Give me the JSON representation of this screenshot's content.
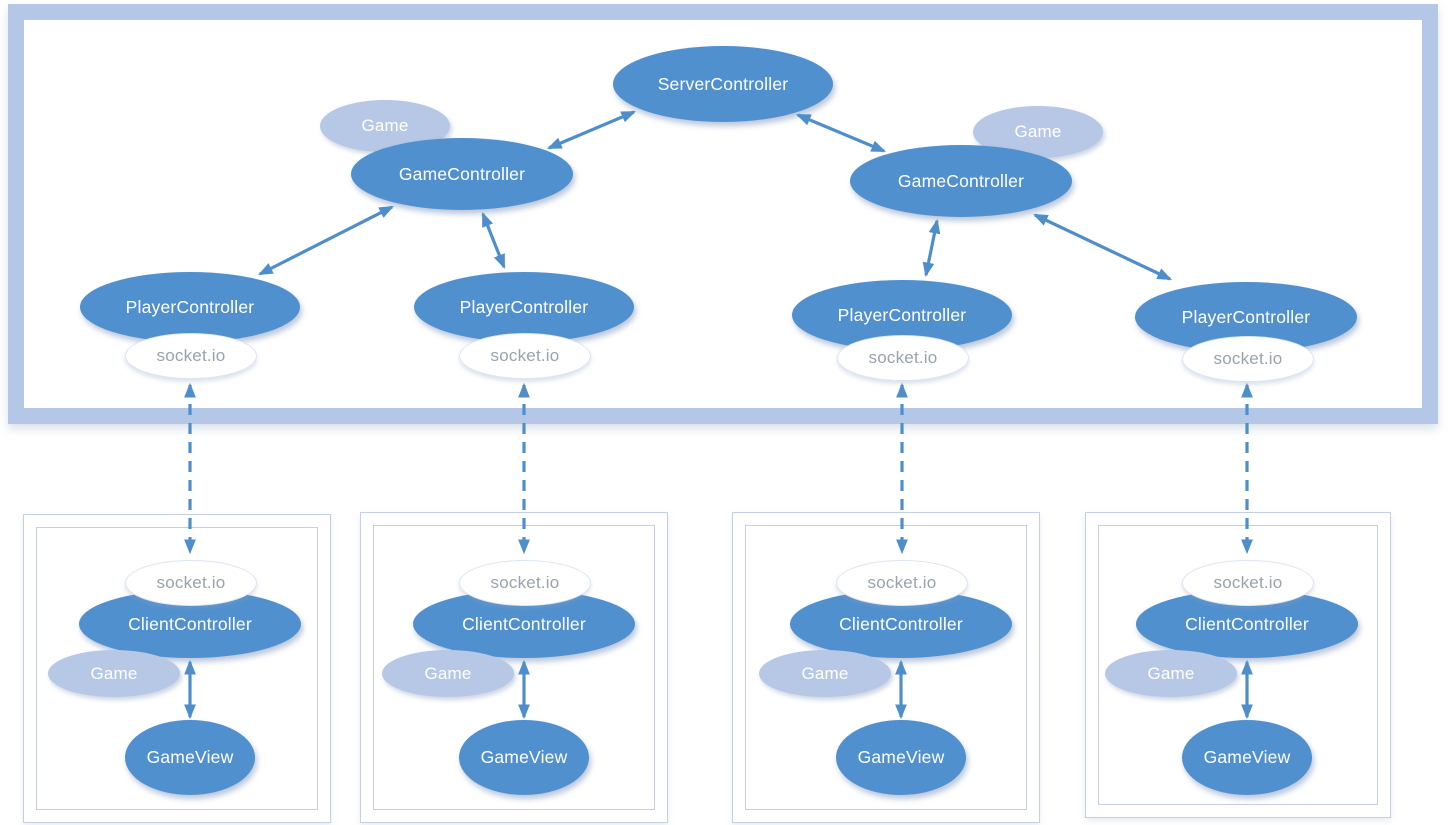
{
  "labels": {
    "server_controller": "ServerController",
    "game_controller": "GameController",
    "player_controller": "PlayerController",
    "client_controller": "ClientController",
    "game": "Game",
    "game_view": "GameView",
    "socket_io": "socket.io"
  },
  "colors": {
    "node_fill": "#5190CE",
    "node_text": "#FFFFFF",
    "game_node_fill": "#B6C8E6",
    "arrow": "#4E8ECB",
    "server_box_border": "#B4C7E7",
    "client_box_border": "#C4CFE3",
    "socket_fill": "#FFFFFF",
    "socket_border": "#DDE5F1",
    "socket_text": "#98A3AE"
  },
  "connections": [
    "ServerController <-> GameController (left, double arrow)",
    "ServerController <-> GameController (right, double arrow)",
    "GameController left <-> PlayerController 1 (double arrow)",
    "GameController left <-> PlayerController 2 (double arrow)",
    "GameController right <-> PlayerController 3 (double arrow)",
    "GameController right <-> PlayerController 4 (double arrow)",
    "socket.io server <-> socket.io client 1 (dashed double arrow)",
    "socket.io server <-> socket.io client 2 (dashed double arrow)",
    "socket.io server <-> socket.io client 3 (dashed double arrow)",
    "socket.io server <-> socket.io client 4 (dashed double arrow)",
    "ClientController <-> GameView (client 1, double arrow)",
    "ClientController <-> GameView (client 2, double arrow)",
    "ClientController <-> GameView (client 3, double arrow)",
    "ClientController <-> GameView (client 4, double arrow)"
  ]
}
